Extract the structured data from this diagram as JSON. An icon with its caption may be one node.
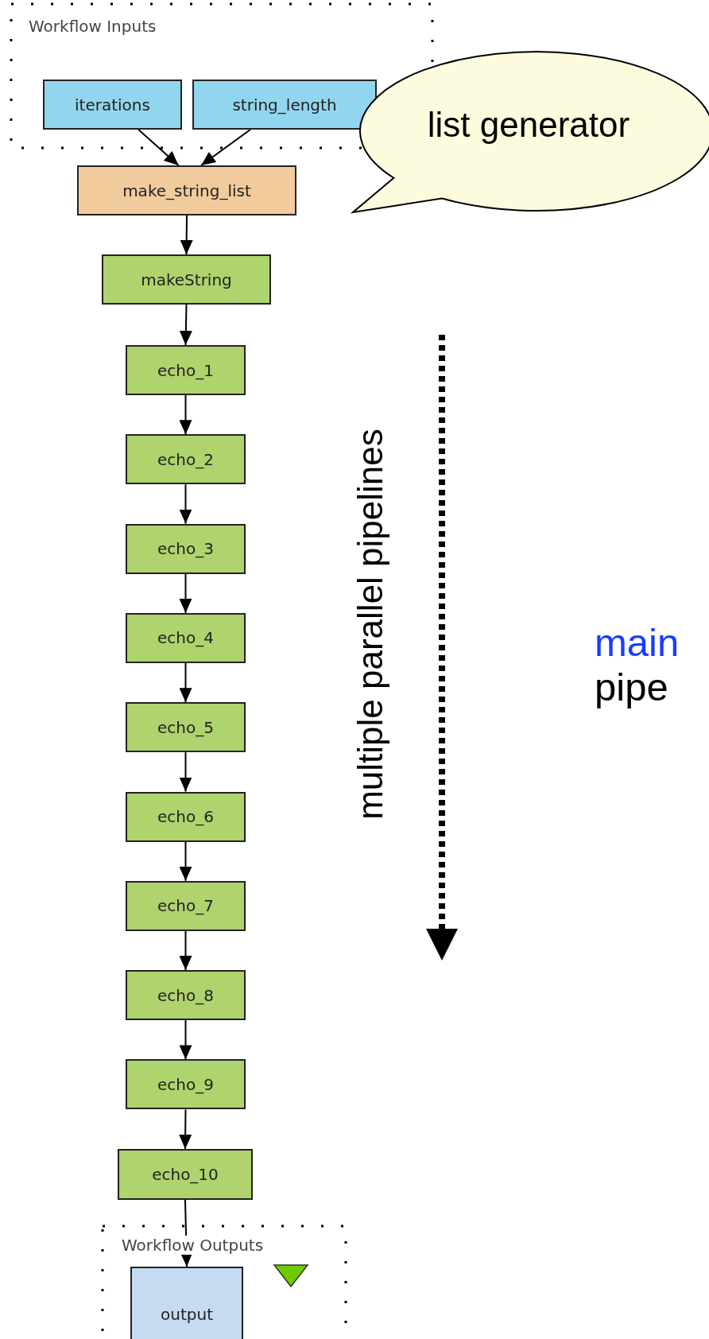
{
  "diagram": {
    "nodes": [
      {
        "text": [
          "Workflow Inputs"
        ]
      },
      {
        "text": [
          "iterations"
        ],
        "in": 0
      },
      {
        "text": [
          "string_length"
        ],
        "in": 0
      },
      {
        "text": [
          "make_string_list"
        ]
      },
      {
        "text": [
          "list generator"
        ]
      },
      {
        "text": [
          "makeString"
        ]
      },
      {
        "text": [
          "echo_1"
        ]
      },
      {
        "text": [
          "echo_2"
        ]
      },
      {
        "text": [
          "echo_3"
        ]
      },
      {
        "text": [
          "echo_4"
        ]
      },
      {
        "text": [
          "echo_5"
        ]
      },
      {
        "text": [
          "echo_6"
        ]
      },
      {
        "text": [
          "echo_7"
        ]
      },
      {
        "text": [
          "echo_8"
        ]
      },
      {
        "text": [
          "echo_9"
        ]
      },
      {
        "text": [
          "echo_10"
        ]
      },
      {
        "text": [
          "Workflow Outputs"
        ]
      },
      {
        "text": [
          "output"
        ],
        "in": 16
      }
    ],
    "edges": [
      {
        "from": 1,
        "to": 3,
        "arrow": "to"
      },
      {
        "from": 2,
        "to": 3,
        "arrow": "to"
      },
      {
        "from": 3,
        "to": 5,
        "arrow": "to"
      },
      {
        "from": 5,
        "to": 6,
        "arrow": "to"
      },
      {
        "from": 6,
        "to": 7,
        "arrow": "to"
      },
      {
        "from": 7,
        "to": 8,
        "arrow": "to"
      },
      {
        "from": 8,
        "to": 9,
        "arrow": "to"
      },
      {
        "from": 9,
        "to": 10,
        "arrow": "to"
      },
      {
        "from": 10,
        "to": 11,
        "arrow": "to"
      },
      {
        "from": 11,
        "to": 12,
        "arrow": "to"
      },
      {
        "from": 12,
        "to": 13,
        "arrow": "to"
      },
      {
        "from": 13,
        "to": 14,
        "arrow": "to"
      },
      {
        "from": 14,
        "to": 15,
        "arrow": "to"
      },
      {
        "from": 15,
        "to": 17,
        "arrow": "to"
      }
    ],
    "labels": [
      "multiple parallel pipelines",
      "main",
      "pipe"
    ]
  }
}
